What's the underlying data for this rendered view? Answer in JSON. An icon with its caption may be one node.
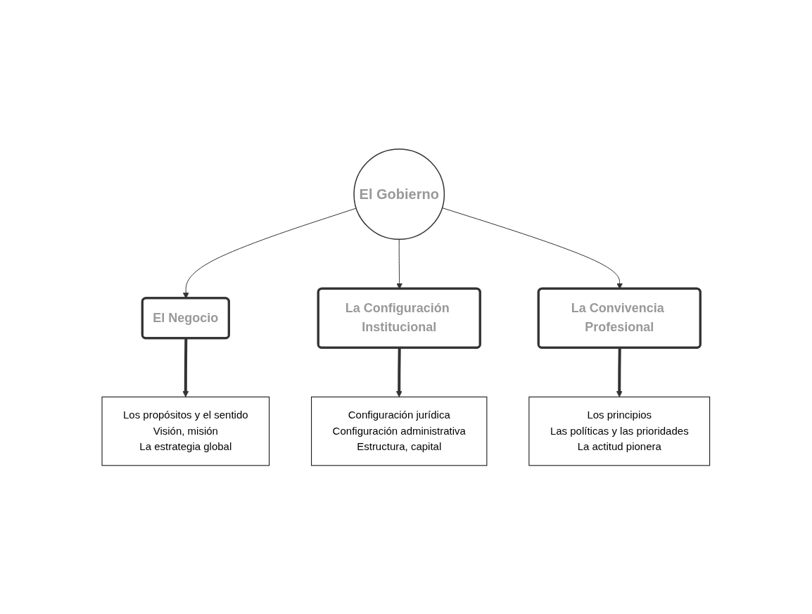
{
  "diagram": {
    "nodes": [
      {
        "text": [
          "El Negocio"
        ]
      },
      {
        "text": [
          "El Gobierno"
        ]
      },
      {
        "text": [
          "La Configuración Institucional"
        ]
      },
      {
        "text": [
          "La Convivencia Profesional"
        ]
      },
      {
        "text": [
          "Los propósitos y el sentido",
          "Visión, misión",
          "La estrategia global"
        ]
      },
      {
        "text": [
          "Los principios",
          "Las políticas y las prioridades",
          "La actitud pionera"
        ]
      },
      {
        "text": [
          "Configuración jurídica",
          "Configuración administrativa",
          "Estructura, capital"
        ]
      }
    ],
    "edges": [
      {
        "from": 1,
        "to": 0,
        "arrow": "to"
      },
      {
        "from": 1,
        "to": 2,
        "arrow": "to"
      },
      {
        "from": 1,
        "to": 3,
        "arrow": "to"
      },
      {
        "from": 0,
        "to": 4,
        "arrow": "to",
        "style": "thick"
      },
      {
        "from": 3,
        "to": 5,
        "arrow": "to",
        "style": "thick"
      },
      {
        "from": 2,
        "to": 6,
        "arrow": "to",
        "style": "thick"
      }
    ]
  }
}
